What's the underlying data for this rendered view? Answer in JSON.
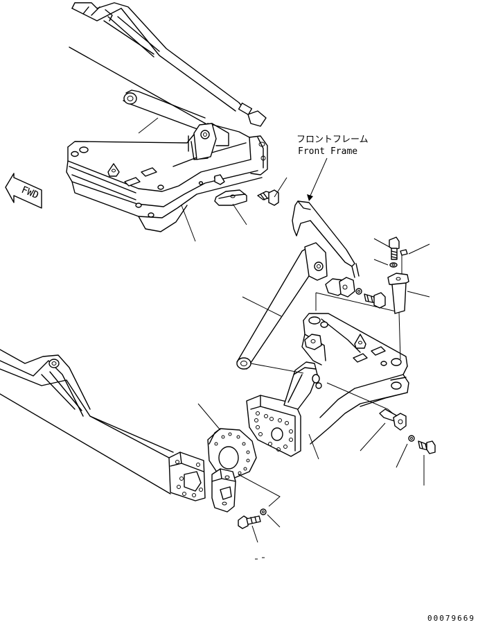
{
  "labels": {
    "front_frame_jp": "フロントフレーム",
    "front_frame_en": "Front Frame",
    "fwd": "FWD",
    "drawing_number": "00079669"
  }
}
